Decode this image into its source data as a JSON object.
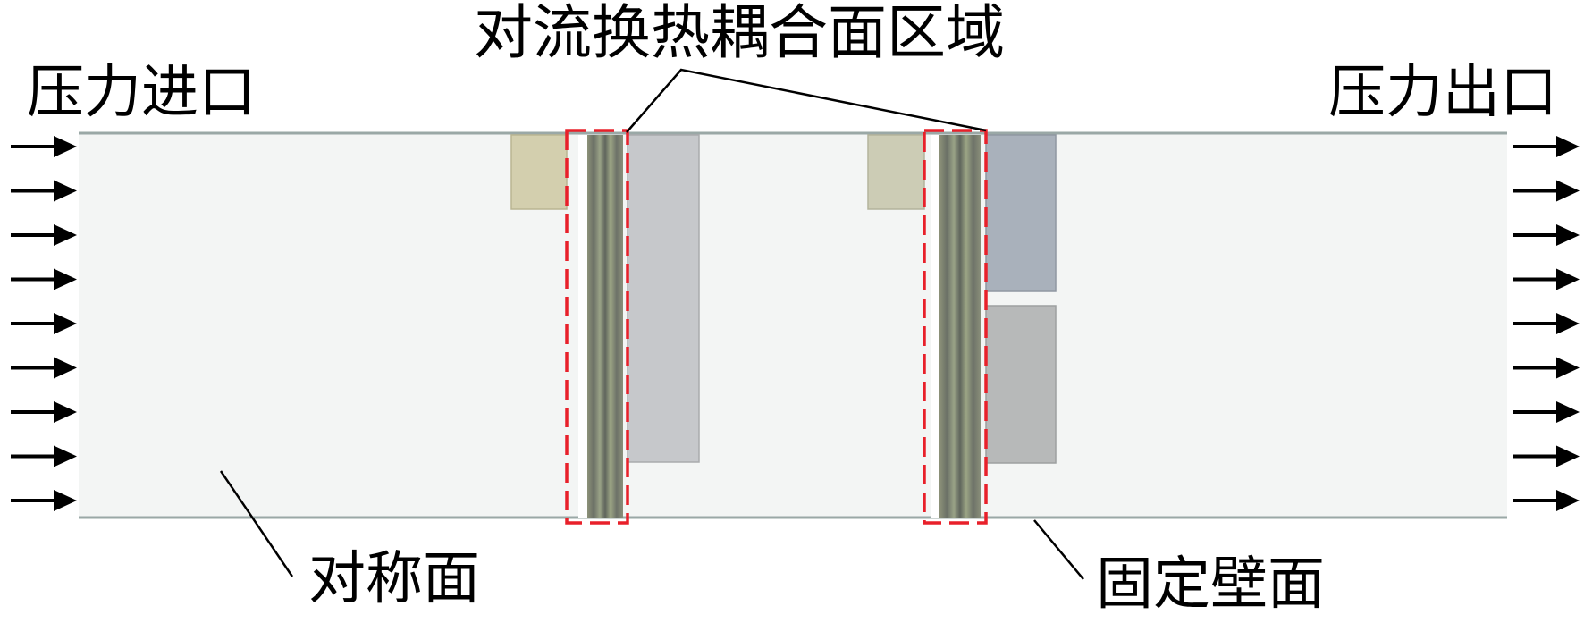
{
  "labels": {
    "coupling_region": "对流换热耦合面区域",
    "pressure_inlet": "压力进口",
    "pressure_outlet": "压力出口",
    "symmetry_plane": "对称面",
    "fixed_wall": "固定壁面"
  },
  "colors": {
    "domain_fill": "#f3f5f4",
    "domain_border": "#9aa8a6",
    "block_tan": "#d3cfae",
    "block_grey_light": "#c6c8cb",
    "block_blue_grey": "#a9b1bb",
    "block_grey": "#b7b9b9",
    "tube_dark": "#6f7468",
    "tube_mid": "#959d84",
    "highlight_dash": "#e8202a",
    "arrow": "#000000"
  },
  "arrows": {
    "inlet_count": 9,
    "outlet_count": 9
  }
}
